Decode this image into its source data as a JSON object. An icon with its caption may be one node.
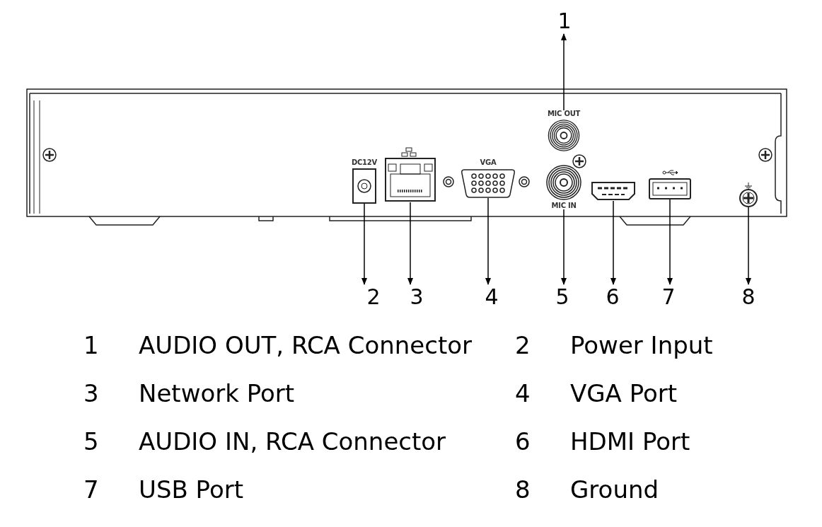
{
  "diagram": {
    "nodes": [
      {
        "text": [
          "1"
        ]
      },
      {
        "text": [
          "DC12V"
        ]
      },
      {
        "text": [],
        "shape": "picture"
      },
      {
        "text": [
          "VGA"
        ]
      },
      {
        "text": [
          "MIC OUT"
        ]
      },
      {
        "text": [
          "MIC IN"
        ]
      },
      {
        "text": [],
        "shape": "picture"
      },
      {
        "text": [],
        "shape": "picture"
      },
      {
        "text": [],
        "shape": "picture"
      },
      {
        "text": [
          "2"
        ]
      },
      {
        "text": [
          "3"
        ]
      },
      {
        "text": [
          "4"
        ]
      },
      {
        "text": [
          "5"
        ]
      },
      {
        "text": [
          "6"
        ]
      },
      {
        "text": [
          "7"
        ]
      },
      {
        "text": [
          "8"
        ]
      }
    ],
    "edges": [
      {
        "from": 4,
        "to": 0,
        "arrow": "to"
      },
      {
        "from": 1,
        "to": 9,
        "arrow": "to"
      },
      {
        "from": 2,
        "to": 10,
        "arrow": "to"
      },
      {
        "from": 3,
        "to": 11,
        "arrow": "to"
      },
      {
        "from": 5,
        "to": 12,
        "arrow": "to"
      },
      {
        "from": 6,
        "to": 13,
        "arrow": "to"
      },
      {
        "from": 7,
        "to": 14,
        "arrow": "to"
      },
      {
        "from": 8,
        "to": 15,
        "arrow": "to"
      }
    ],
    "labels": [
      "1",
      "AUDIO OUT, RCA Connector",
      "2",
      "Power Input",
      "3",
      "Network Port",
      "4",
      "VGA Port",
      "5",
      "AUDIO IN, RCA Connector",
      "6",
      "HDMI Port",
      "7",
      "USB Port",
      "8",
      "Ground"
    ]
  }
}
